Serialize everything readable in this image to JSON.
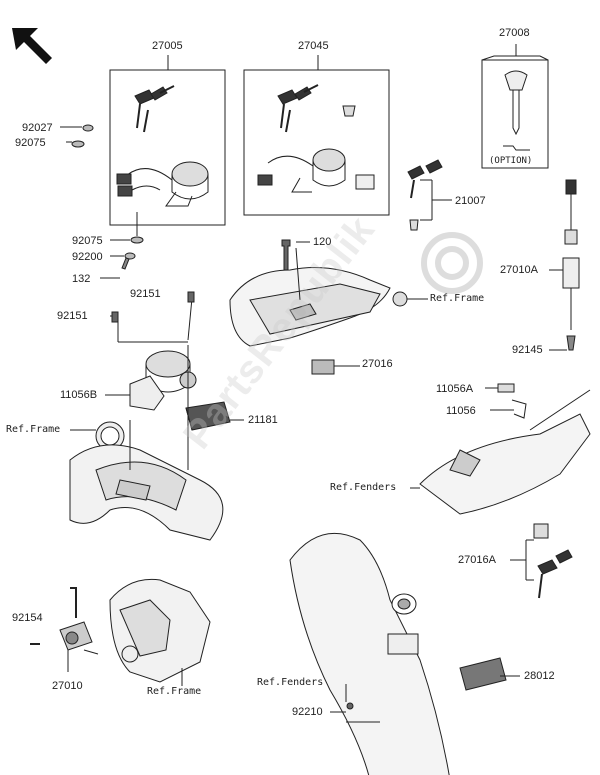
{
  "watermark": "PartsRepublik",
  "option_label": "(OPTION)",
  "part_numbers": {
    "p27005": "27005",
    "p27045": "27045",
    "p27008": "27008",
    "p92027": "92027",
    "p92075a": "92075",
    "p92075b": "92075",
    "p92200": "92200",
    "p132": "132",
    "p120": "120",
    "p21007": "21007",
    "p27010A": "27010A",
    "p92151a": "92151",
    "p92151b": "92151",
    "p27016": "27016",
    "p92145": "92145",
    "p11056B": "11056B",
    "p21181": "21181",
    "p11056A": "11056A",
    "p11056": "11056",
    "p27016A": "27016A",
    "p92154": "92154",
    "p27010": "27010",
    "p28012": "28012",
    "p92210": "92210"
  },
  "references": {
    "frame_top": "Ref.Frame",
    "frame_left": "Ref.Frame",
    "frame_bottom": "Ref.Frame",
    "fenders_right": "Ref.Fenders",
    "fenders_bottom": "Ref.Fenders"
  },
  "icons": [
    "arrow-front-icon",
    "gear-watermark-icon"
  ]
}
